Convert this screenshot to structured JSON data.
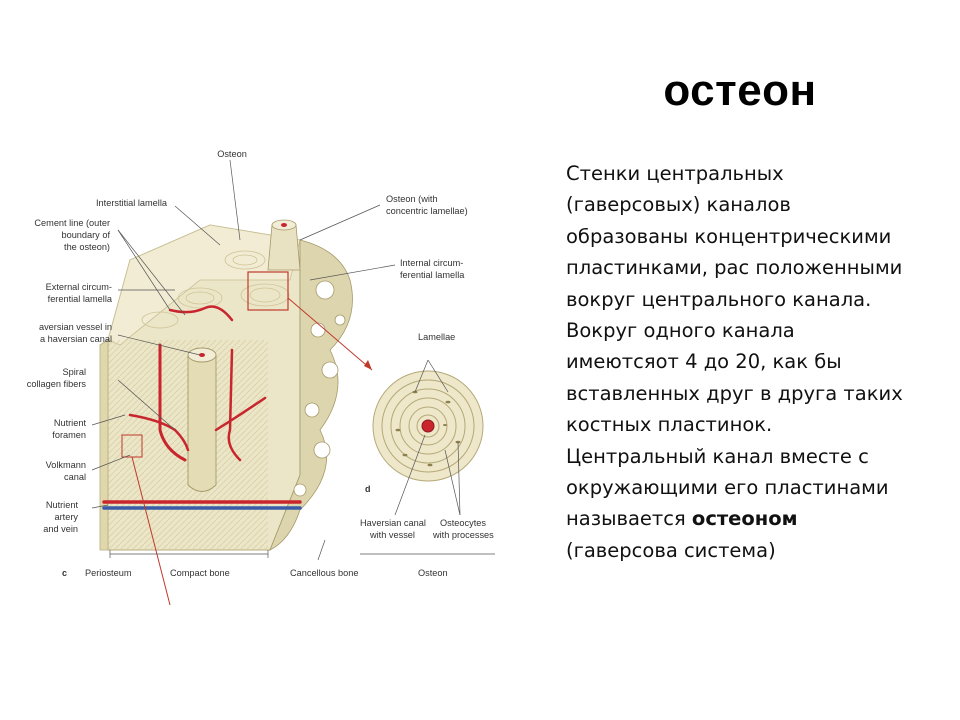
{
  "slide": {
    "title": "остеон",
    "body_text": "Стенки центральных (гаверсовых) каналов образованы концентрическими пластинками, рас положенными вокруг центрального канала. Вокруг одного канала имеютсяот 4 до 20, как бы вставленных друг в друга таких костных пластинок. Центральный канал вместе с окружающими его пластинами называется ",
    "body_bold": "остеоном",
    "body_tail": " (гаверсова система)"
  },
  "figure": {
    "labels": {
      "osteon_top": "Osteon",
      "interstitial": "Interstitial lamella",
      "cement_1": "Cement line (outer",
      "cement_2": "boundary of",
      "cement_3": "the osteon)",
      "external_1": "External circum-",
      "external_2": "ferential lamella",
      "haversian_1": "aversian vessel in",
      "haversian_2": "a haversian canal",
      "spiral_1": "Spiral",
      "spiral_2": "collagen fibers",
      "nutrient_foramen_1": "Nutrient",
      "nutrient_foramen_2": "foramen",
      "volkmann_1": "Volkmann",
      "volkmann_2": "canal",
      "nutrient_artery_1": "Nutrient",
      "nutrient_artery_2": "artery",
      "nutrient_artery_3": "and vein",
      "periosteum": "Periosteum",
      "compact_bone": "Compact bone",
      "cancellous_bone": "Cancellous bone",
      "osteon_concentric_1": "Osteon (with",
      "osteon_concentric_2": "concentric lamellae)",
      "internal_1": "Internal circum-",
      "internal_2": "ferential lamella",
      "lamellae": "Lamellae",
      "haversian_canal_1": "Haversian canal",
      "haversian_canal_2": "with vessel",
      "osteocytes_1": "Osteocytes",
      "osteocytes_2": "with processes",
      "osteon_bottom": "Osteon",
      "panel_c": "c",
      "panel_d": "d"
    },
    "colors": {
      "bone": "#ece6c8",
      "bone_dark": "#d8cfa5",
      "vessel_red": "#c8252d",
      "vein_blue": "#3a5ca8",
      "leader": "#555555",
      "zoom_line": "#c0392b"
    }
  }
}
